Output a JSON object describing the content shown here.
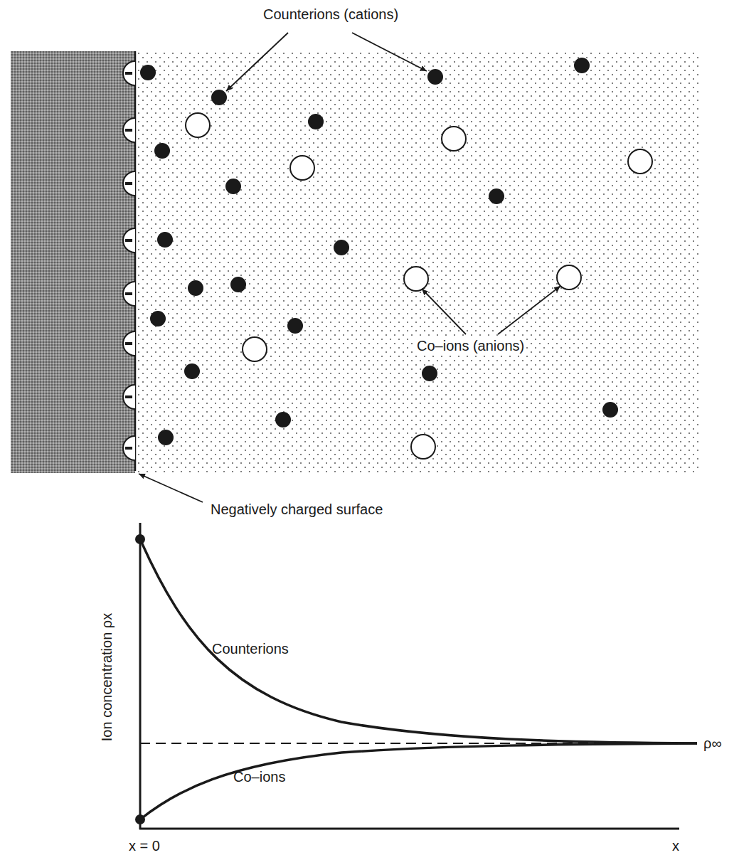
{
  "diagram": {
    "labels": [
      "Counterions (cations)",
      "Co–ions (anions)",
      "Negatively charged surface",
      "Ion concentration ρx",
      "Counterions",
      "Co–ions",
      "ρ∞",
      "x = 0",
      "x"
    ]
  }
}
